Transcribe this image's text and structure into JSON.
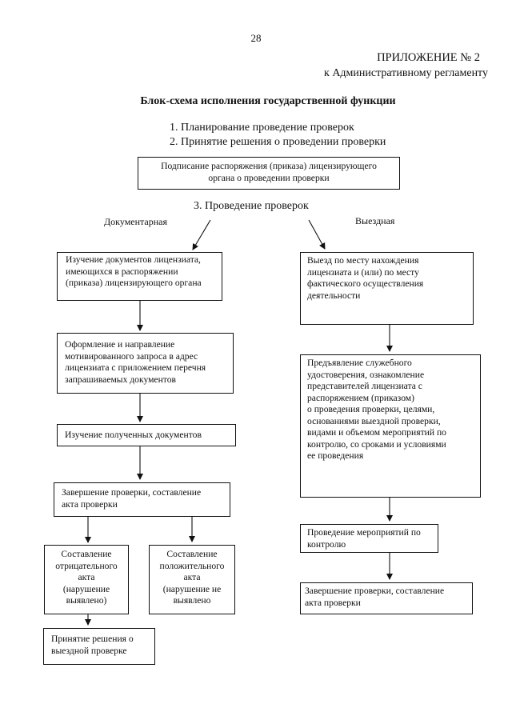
{
  "page_number": "28",
  "appendix_title": "ПРИЛОЖЕНИЕ № 2",
  "appendix_subtitle": "к Административному регламенту",
  "scheme_title": "Блок-схема исполнения государственной функции",
  "step1": "1. Планирование проведение проверок",
  "step2": "2. Принятие решения о проведении проверки",
  "box_signing": "Подписание распоряжения (приказа) лицензирующего\nоргана о проведении проверки",
  "step3": "3. Проведение проверок",
  "label_documentary": "Документарная",
  "label_onsite": "Выездная",
  "left": {
    "study_docs": "Изучение документов лицензиата,\nимеющихся в распоряжении\n(приказа) лицензирующего органа",
    "request": "Оформление и направление\nмотивированного запроса в адрес\nлицензиата с приложением перечня\nзапрашиваемых документов",
    "study_received": "Изучение полученных документов",
    "complete": "Завершение проверки, составление\nакта проверки",
    "negative_act": "Составление\nотрицательного\nакта\n(нарушение\nвыявлено)",
    "positive_act": "Составление\nположительного\nакта\n(нарушение не\nвыявлено",
    "decision": "Принятие решения о\nвыездной проверке"
  },
  "right": {
    "visit": "Выезд по месту нахождения\nлицензиата и (или) по месту\nфактического осуществления\nдеятельности",
    "presentation": "Предъявление служебного\nудостоверения, ознакомление\nпредставителей лицензиата с\nраспоряжением (приказом)\nо проведения проверки, целями,\nоснованиями выездной проверки,\nвидами и объемом мероприятий по\nконтролю, со сроками и условиями\nее проведения",
    "measures": "Проведение мероприятий по\nконтролю",
    "complete": "Завершение проверки, составление\nакта проверки"
  }
}
